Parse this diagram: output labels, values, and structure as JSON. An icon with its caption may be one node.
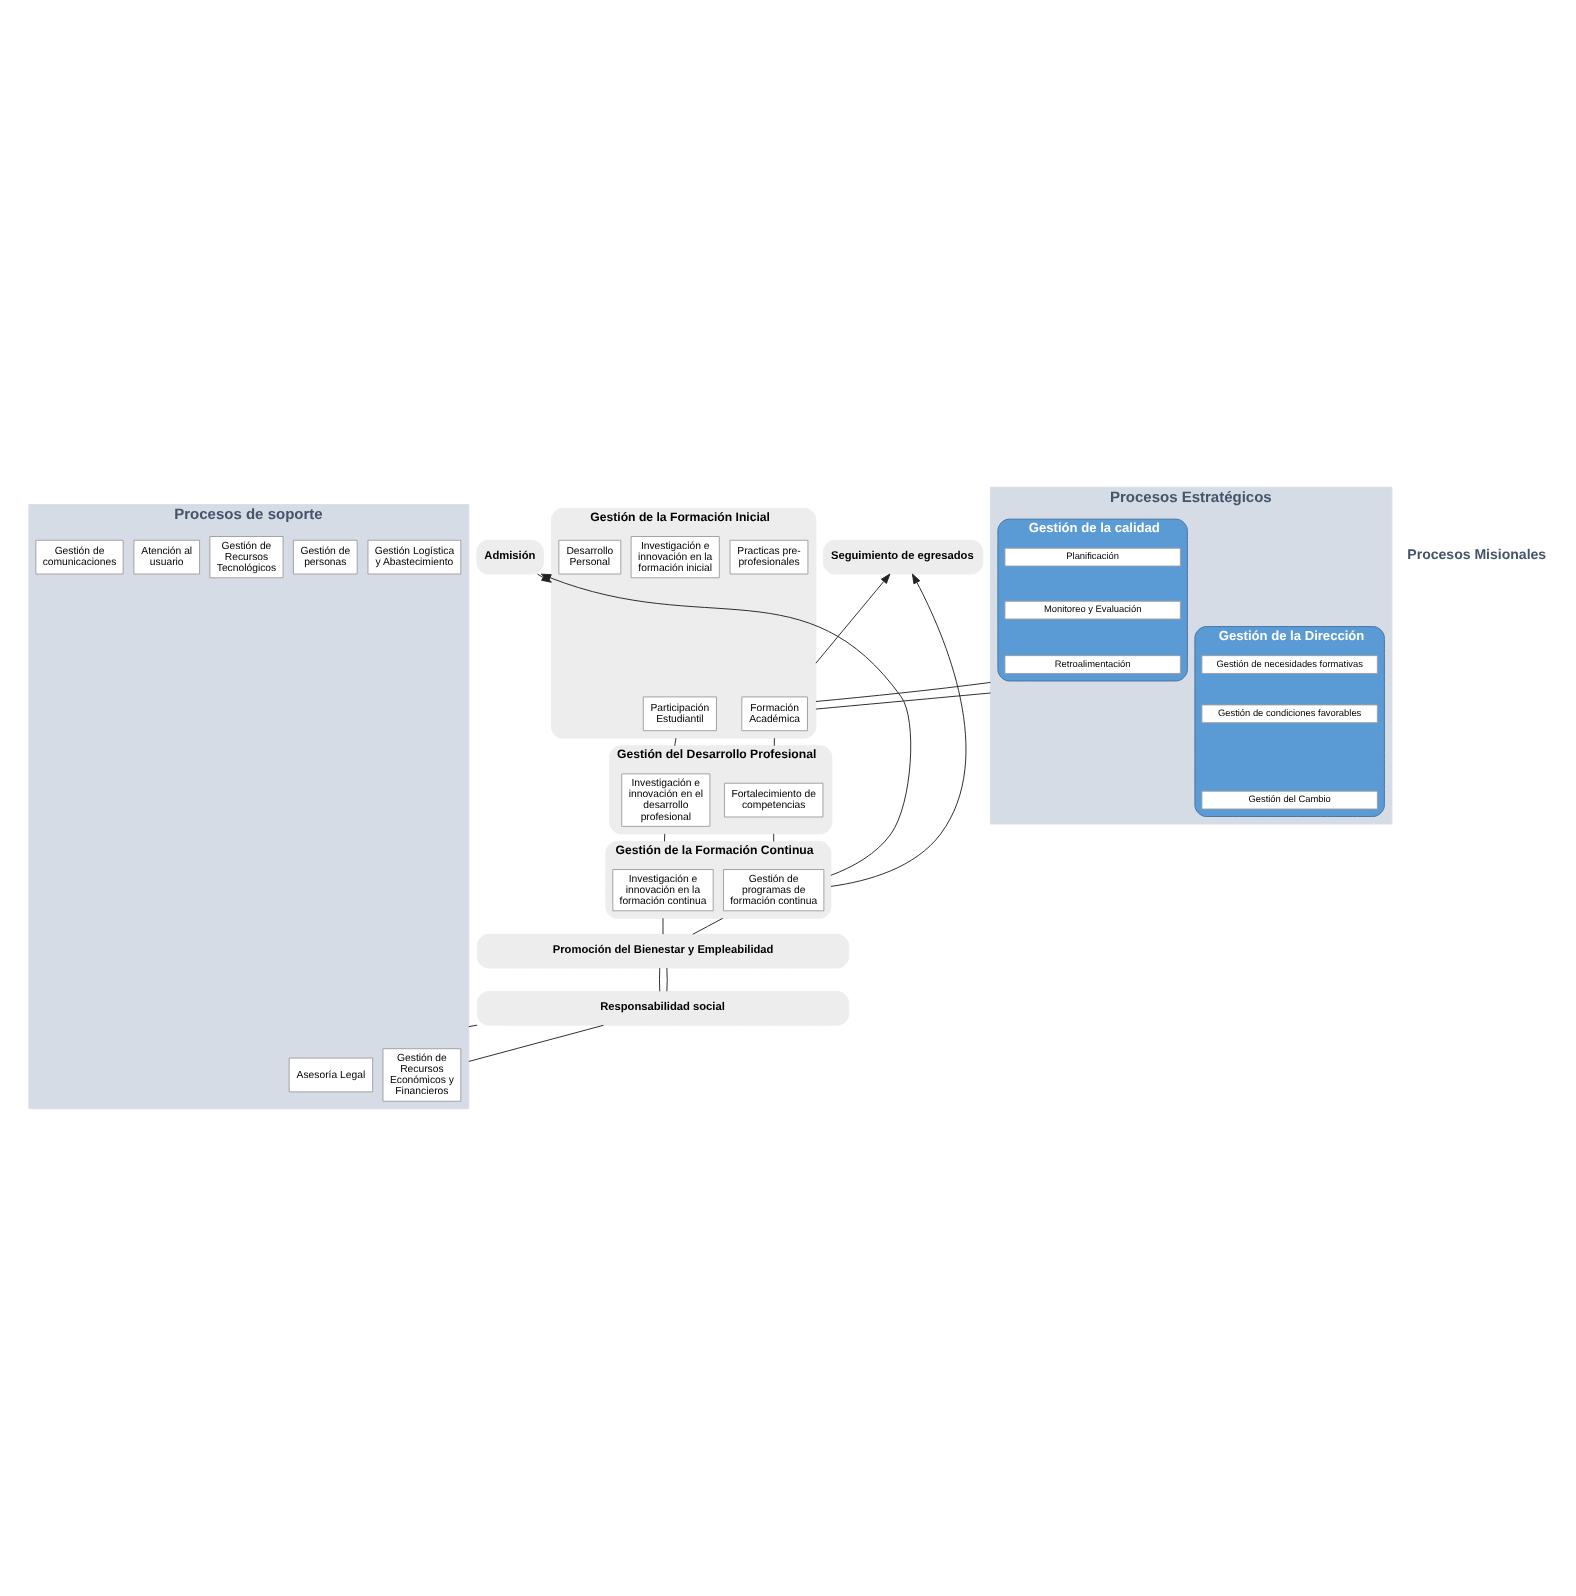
{
  "diagram": {
    "nodes": [
      {
        "text": [
          "Procesos Estratégicos"
        ]
      },
      {
        "text": [
          "Gestión de la Dirección"
        ],
        "in": 0
      },
      {
        "text": [
          "Gestión de necesidades formativas"
        ],
        "in": 1
      },
      {
        "text": [
          "Gestión de condiciones favorables"
        ],
        "in": 1
      },
      {
        "text": [
          "Gestión del Cambio"
        ],
        "in": 1
      },
      {
        "text": [
          "Gestión de la calidad"
        ],
        "in": 0
      },
      {
        "text": [
          "Planificación"
        ],
        "in": 5
      },
      {
        "text": [
          "Monitoreo y Evaluación"
        ],
        "in": 5
      },
      {
        "text": [
          "Retroalimentación"
        ],
        "in": 5
      },
      {
        "text": [
          "Admisión"
        ]
      },
      {
        "text": [
          "Gestión de la Formación Inicial"
        ]
      },
      {
        "text": [
          "Formación Académica"
        ],
        "in": 10
      },
      {
        "text": [
          "Practicas pre-profesionales"
        ],
        "in": 10
      },
      {
        "text": [
          "Investigación e innovación en la formación inicial"
        ],
        "in": 10
      },
      {
        "text": [
          "Desarrollo Personal"
        ],
        "in": 10
      },
      {
        "text": [
          "Participación Estudiantil"
        ],
        "in": 10
      },
      {
        "text": [
          "Seguimiento de egresados"
        ]
      },
      {
        "text": [
          "Gestión del Desarrollo Profesional"
        ]
      },
      {
        "text": [
          "Fortalecimiento de competencias"
        ],
        "in": 17
      },
      {
        "text": [
          "Investigación e innovación en el desarrollo profesional"
        ],
        "in": 17
      },
      {
        "text": [
          "Gestión de la Formación Continua"
        ]
      },
      {
        "text": [
          "Gestión de programas de formación continua"
        ],
        "in": 20
      },
      {
        "text": [
          "Investigación e innovación en la formación continua"
        ],
        "in": 20
      },
      {
        "text": [
          "Promoción del Bienestar y Empleabilidad"
        ]
      },
      {
        "text": [
          "Responsabilidad social"
        ]
      },
      {
        "text": [
          "Procesos de soporte"
        ]
      },
      {
        "text": [
          "Gestión de Recursos Económicos y Financieros"
        ],
        "in": 25
      },
      {
        "text": [
          "Gestión Logística y Abastecimiento"
        ],
        "in": 25
      },
      {
        "text": [
          "Gestión de personas"
        ],
        "in": 25
      },
      {
        "text": [
          "Gestión de Recursos Tecnológicos"
        ],
        "in": 25
      },
      {
        "text": [
          "Atención al usuario"
        ],
        "in": 25
      },
      {
        "text": [
          "Gestión de comunicaciones"
        ],
        "in": 25
      },
      {
        "text": [
          "Asesoría Legal"
        ],
        "in": 25
      }
    ],
    "edges": [
      {
        "from": 0,
        "to": 10,
        "arrow": "none"
      },
      {
        "from": 0,
        "to": 10,
        "arrow": "none"
      },
      {
        "from": 9,
        "to": 10,
        "arrow": "to"
      },
      {
        "from": 10,
        "to": 16,
        "arrow": "to"
      },
      {
        "from": 10,
        "to": 17,
        "arrow": "none"
      },
      {
        "from": 10,
        "to": 17,
        "arrow": "none"
      },
      {
        "from": 17,
        "to": 20,
        "arrow": "none"
      },
      {
        "from": 17,
        "to": 20,
        "arrow": "none"
      },
      {
        "from": 20,
        "to": 9,
        "arrow": "to"
      },
      {
        "from": 20,
        "to": 16,
        "arrow": "to"
      },
      {
        "from": 20,
        "to": 23,
        "arrow": "none"
      },
      {
        "from": 20,
        "to": 23,
        "arrow": "none"
      },
      {
        "from": 23,
        "to": 24,
        "arrow": "none"
      },
      {
        "from": 23,
        "to": 24,
        "arrow": "none"
      },
      {
        "from": 24,
        "to": 25,
        "arrow": "none"
      },
      {
        "from": 24,
        "to": 25,
        "arrow": "none"
      }
    ],
    "labels": [
      "Procesos Misionales"
    ]
  }
}
